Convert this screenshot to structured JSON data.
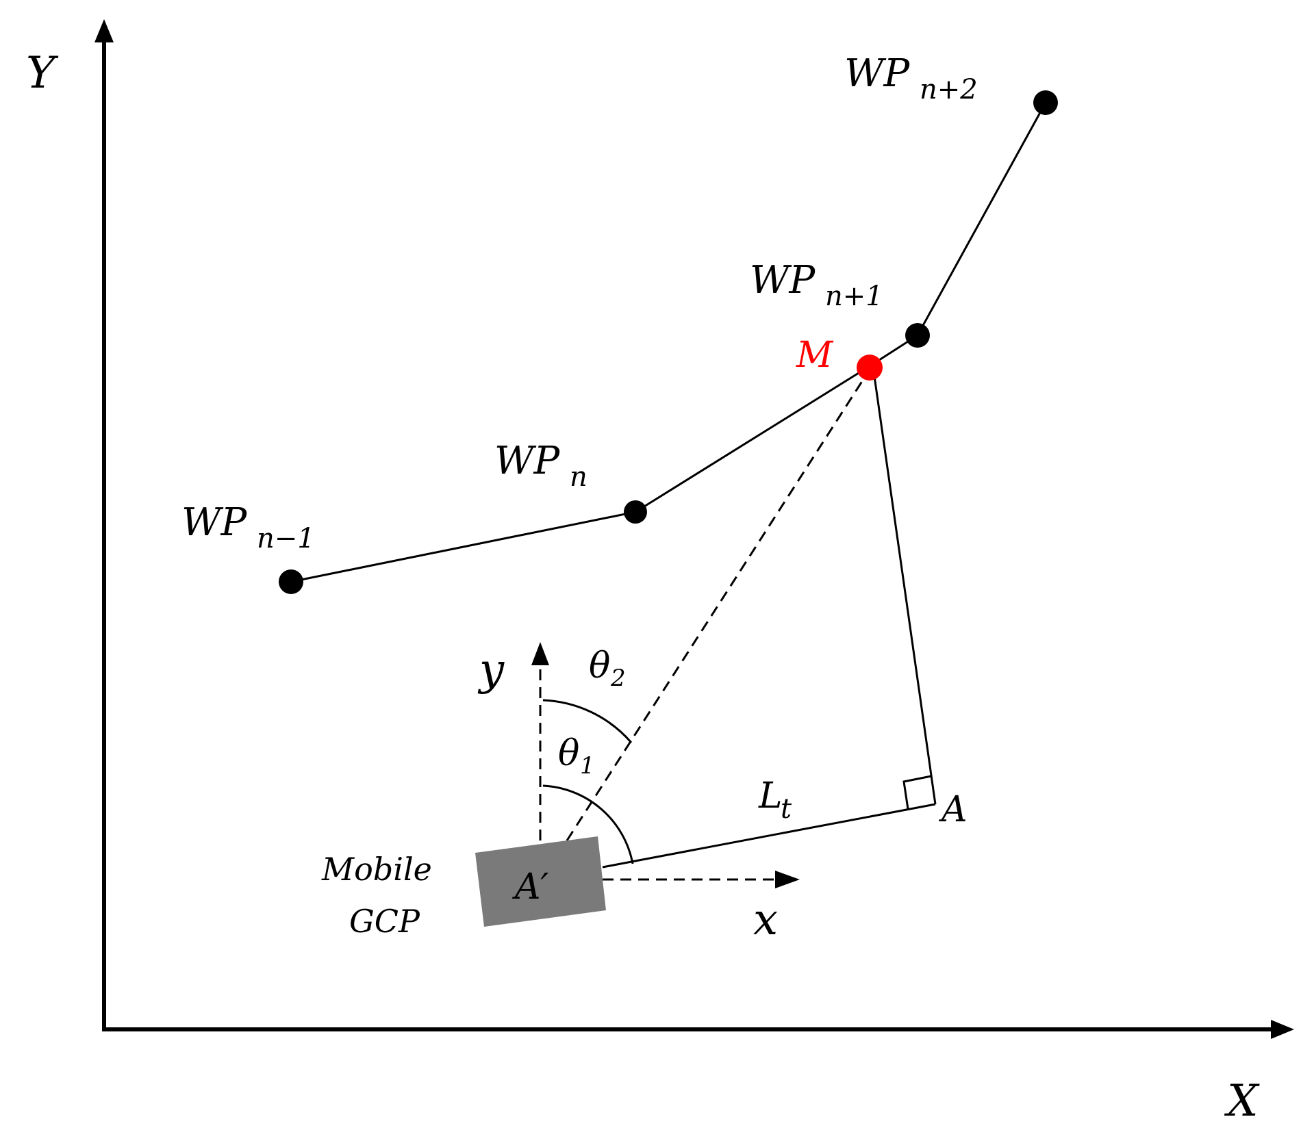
{
  "axes": {
    "global_x": "X",
    "global_y": "Y",
    "local_x": "x",
    "local_y": "y"
  },
  "waypoints": [
    {
      "main": "WP",
      "sub": "n−1"
    },
    {
      "main": "WP",
      "sub": "n"
    },
    {
      "main": "WP",
      "sub": "n+1"
    },
    {
      "main": "WP",
      "sub": "n+2"
    }
  ],
  "points": {
    "M": "M",
    "A": "A",
    "A_prime": "A′"
  },
  "angles": {
    "theta1": {
      "main": "θ",
      "sub": "1"
    },
    "theta2": {
      "main": "θ",
      "sub": "2"
    }
  },
  "length": {
    "main": "L",
    "sub": "t"
  },
  "gcp": {
    "line1": "Mobile",
    "line2": "GCP"
  },
  "colors": {
    "line": "#000000",
    "marker_M": "#ff0000",
    "gcp_box": "#7a7a7a",
    "label_M": "#ff0000"
  }
}
